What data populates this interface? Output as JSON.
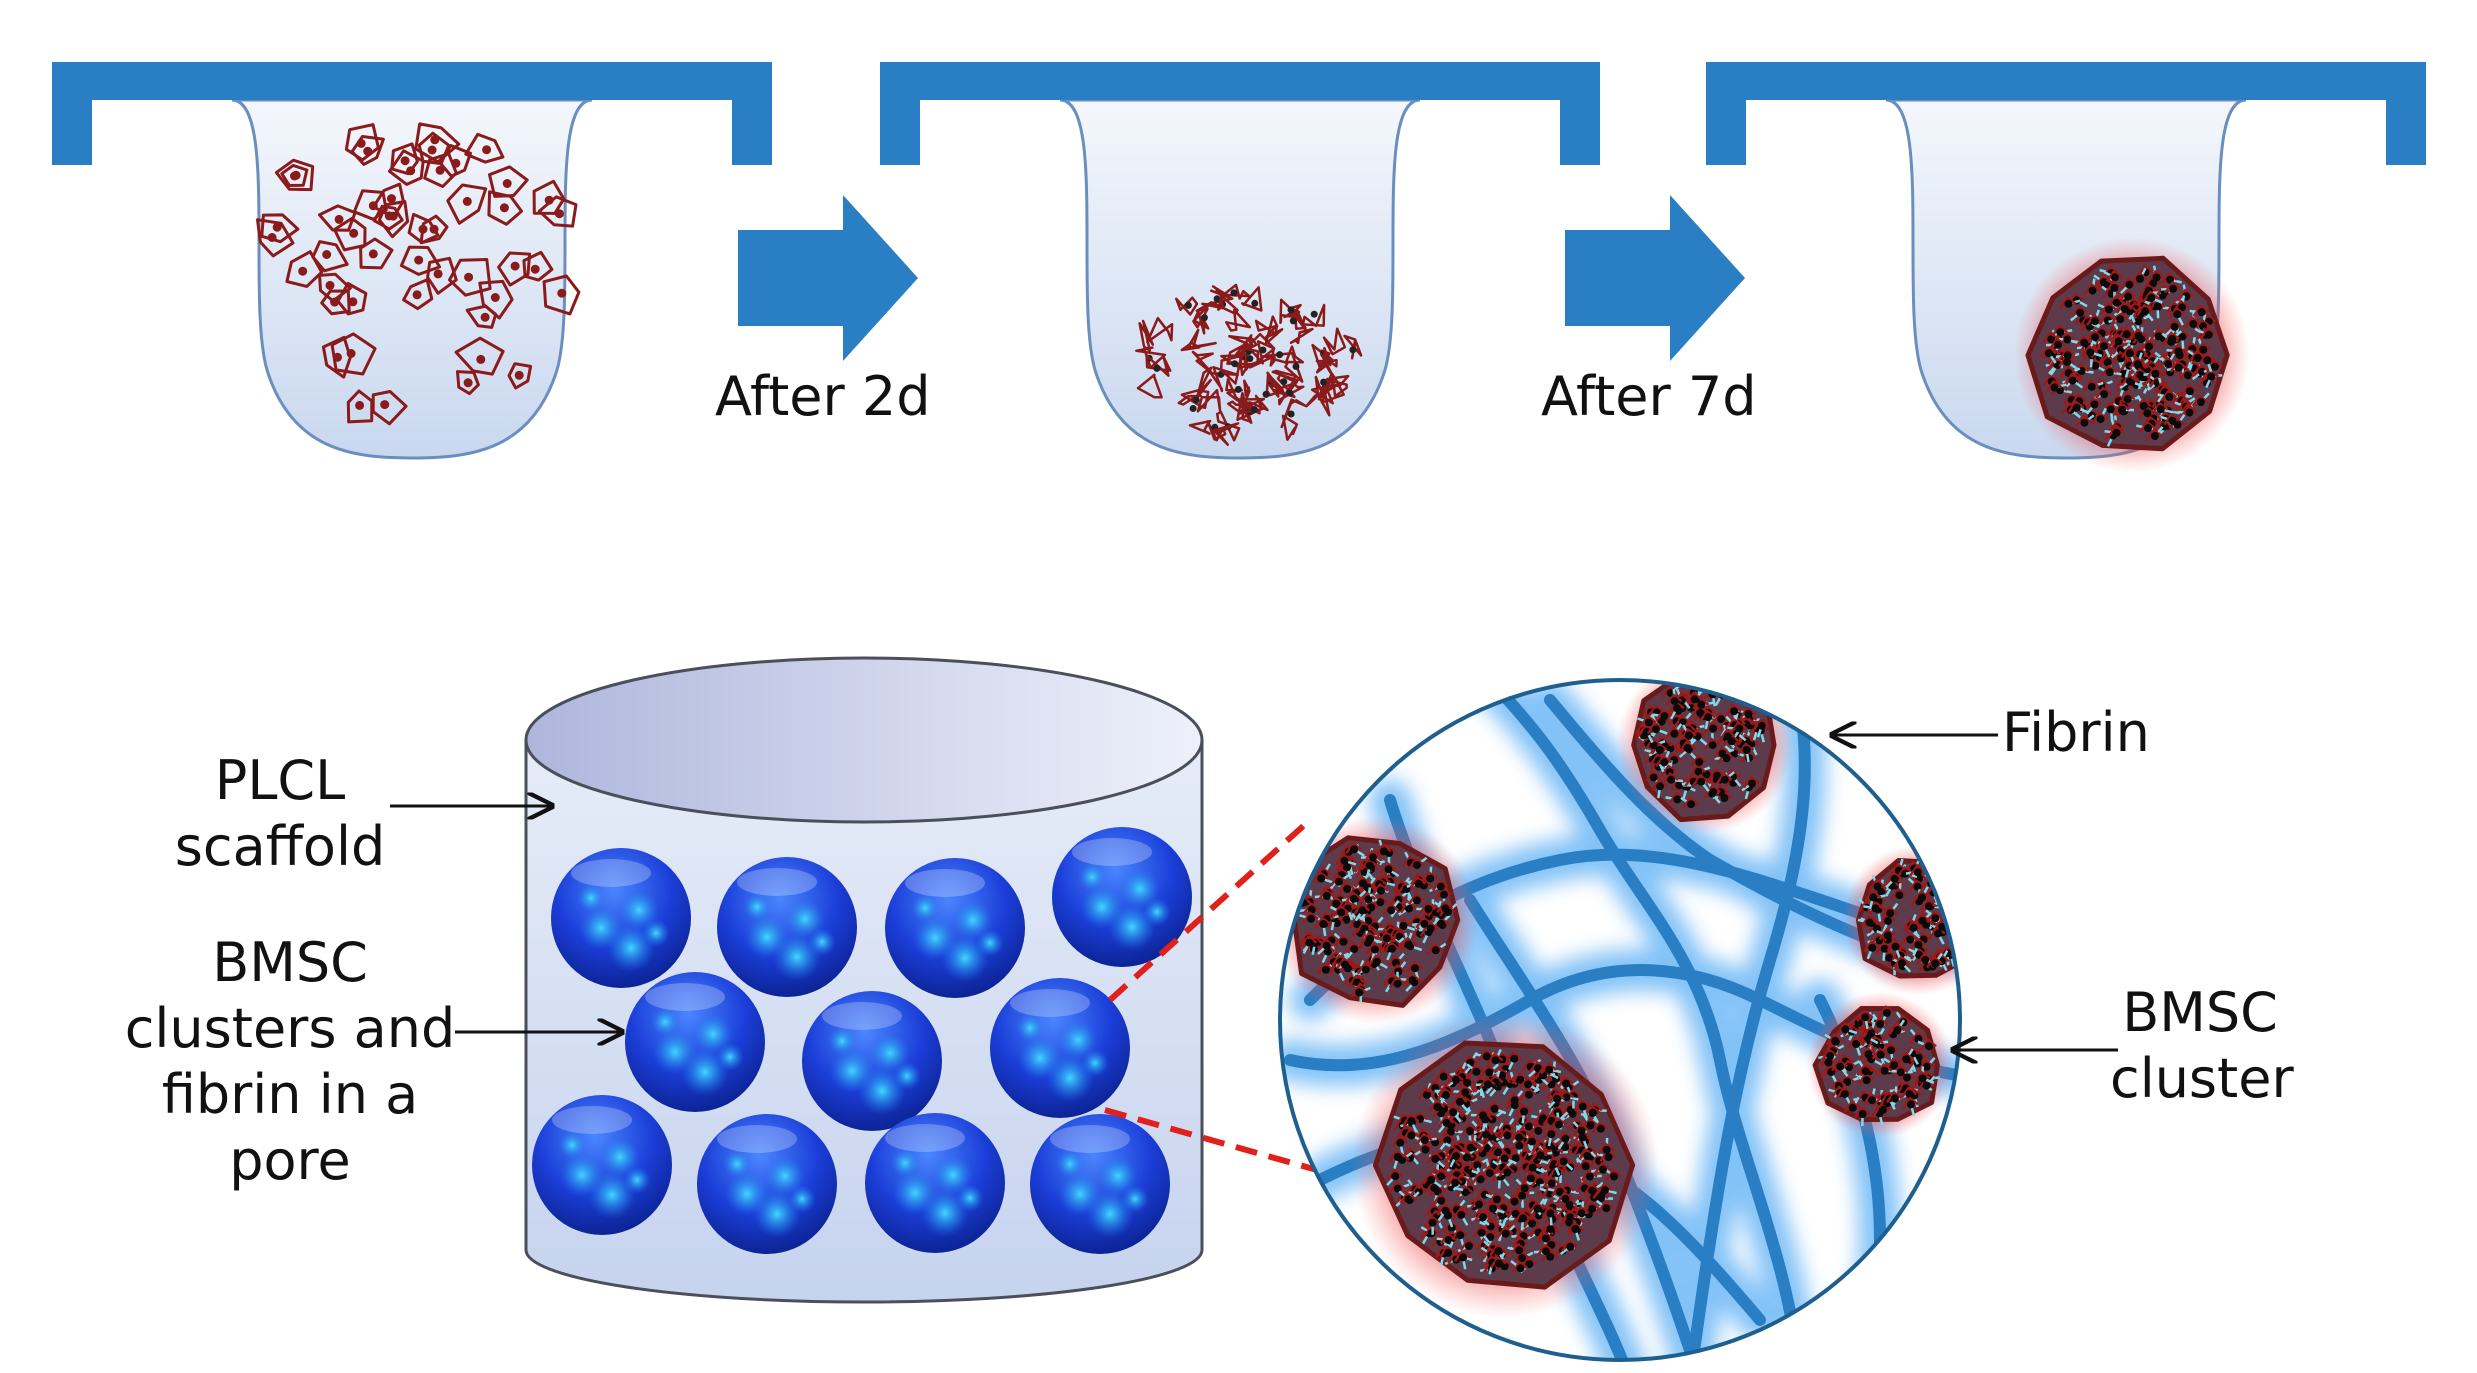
{
  "steps": {
    "after_2d": "After 2d",
    "after_7d": "After 7d"
  },
  "labels": {
    "scaffold_line1": "PLCL",
    "scaffold_line2": "scaffold",
    "pore_line1": "BMSC",
    "pore_line2": "clusters and",
    "pore_line3": "fibrin in a",
    "pore_line4": "pore",
    "fibrin": "Fibrin",
    "cluster_line1": "BMSC",
    "cluster_line2": "cluster"
  },
  "colors": {
    "plate_blue": "#2a7fc4",
    "well_fill": "#dbe6f5",
    "cell_red": "#8b1a1a",
    "sphere_blue": "#1a3fd6",
    "fibrin_blue": "#2a7fc4",
    "connector_red": "#e0201b"
  }
}
